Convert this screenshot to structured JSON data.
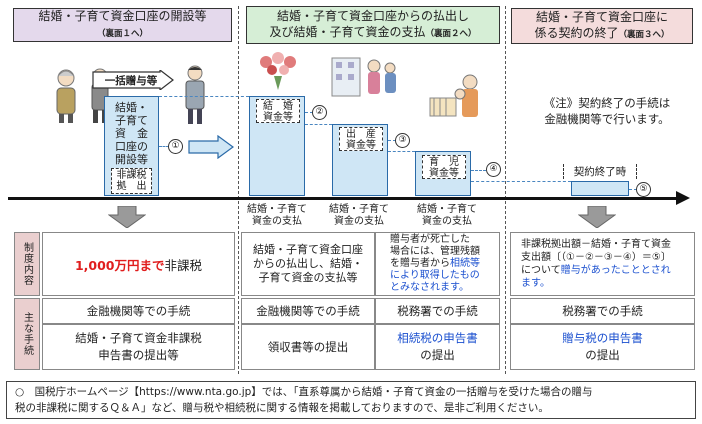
{
  "sections": [
    {
      "title": "結婚・子育て資金口座の開設等",
      "ref": "（裏面１へ）"
    },
    {
      "title_line1": "結婚・子育て資金口座からの払出し",
      "title_line2": "及び結婚・子育て資金の支払",
      "ref": "（裏面２へ）"
    },
    {
      "title_line1": "結婚・子育て資金口座に",
      "title_line2": "係る契約の終了",
      "ref": "（裏面３へ）"
    }
  ],
  "lump_sum_label": "一括贈与等",
  "account_box": {
    "l1": "結婚・",
    "l2": "子育て",
    "l3": "資　金",
    "l4": "口座の",
    "l5": "開設等",
    "tag_l1": "非課税",
    "tag_l2": "拠　出"
  },
  "steps": [
    {
      "num": "①"
    },
    {
      "num": "②",
      "tag_l1": "結　婚",
      "tag_l2": "資金等"
    },
    {
      "num": "③",
      "tag_l1": "出　産",
      "tag_l2": "資金等"
    },
    {
      "num": "④",
      "tag_l1": "育　児",
      "tag_l2": "資金等"
    },
    {
      "num": "⑤",
      "tag": "契約終了時"
    }
  ],
  "payment_label": {
    "l1": "結婚・子育て",
    "l2": "資金の支払"
  },
  "note": {
    "l1": "《注》契約終了の手続は",
    "l2": "金融機関等で行います。"
  },
  "row_headers": {
    "system": "制度内容",
    "procedure": "主な手続"
  },
  "table": {
    "c1_amount": "1,000万円まで",
    "c1_suffix": "非課税",
    "c2_l1": "結婚・子育て資金口座",
    "c2_l2": "からの払出し、結婚・",
    "c2_l3": "子育て資金の支払等",
    "c3_l1": "贈与者が死亡した",
    "c3_l2": "場合には、管理残額",
    "c3_l3": "を贈与者から",
    "c3_l3_blue": "相続等",
    "c3_l4_blue": "により取得したもの",
    "c3_l5_blue": "とみなされます。",
    "c4_l1": "非課税拠出額－結婚・子育て資金",
    "c4_l2": "支出額〔（①－②－③－④）＝⑤〕",
    "c4_l3_pre": "について",
    "c4_l3_blue": "贈与があったこととされ",
    "c4_l4_blue": "ます。",
    "p1": "金融機関等での手続",
    "p2": "金融機関等での手続",
    "p3": "税務署での手続",
    "p4": "税務署での手続",
    "q1_l1": "結婚・子育て資金非課税",
    "q1_l2": "申告書の提出等",
    "q2": "領収書等の提出",
    "q3_blue": "相続税の申告書",
    "q3_suffix": "の提出",
    "q4_blue": "贈与税の申告書",
    "q4_suffix": "の提出"
  },
  "footer": {
    "l1": "○　国税庁ホームページ【https://www.nta.go.jp】では、「直系尊属から結婚・子育て資金の一括贈与を受けた場合の贈与",
    "l2": "税の非課税に関するＱ＆Ａ」など、贈与税や相続税に関する情報を掲載しておりますので、是非ご利用ください。"
  },
  "colors": {
    "purple": "#e4d9ec",
    "green": "#d6eed6",
    "pink": "#f4dcdc",
    "step": "#cfe6f5",
    "red": "#e01e1e",
    "blue": "#1a4fcf"
  }
}
